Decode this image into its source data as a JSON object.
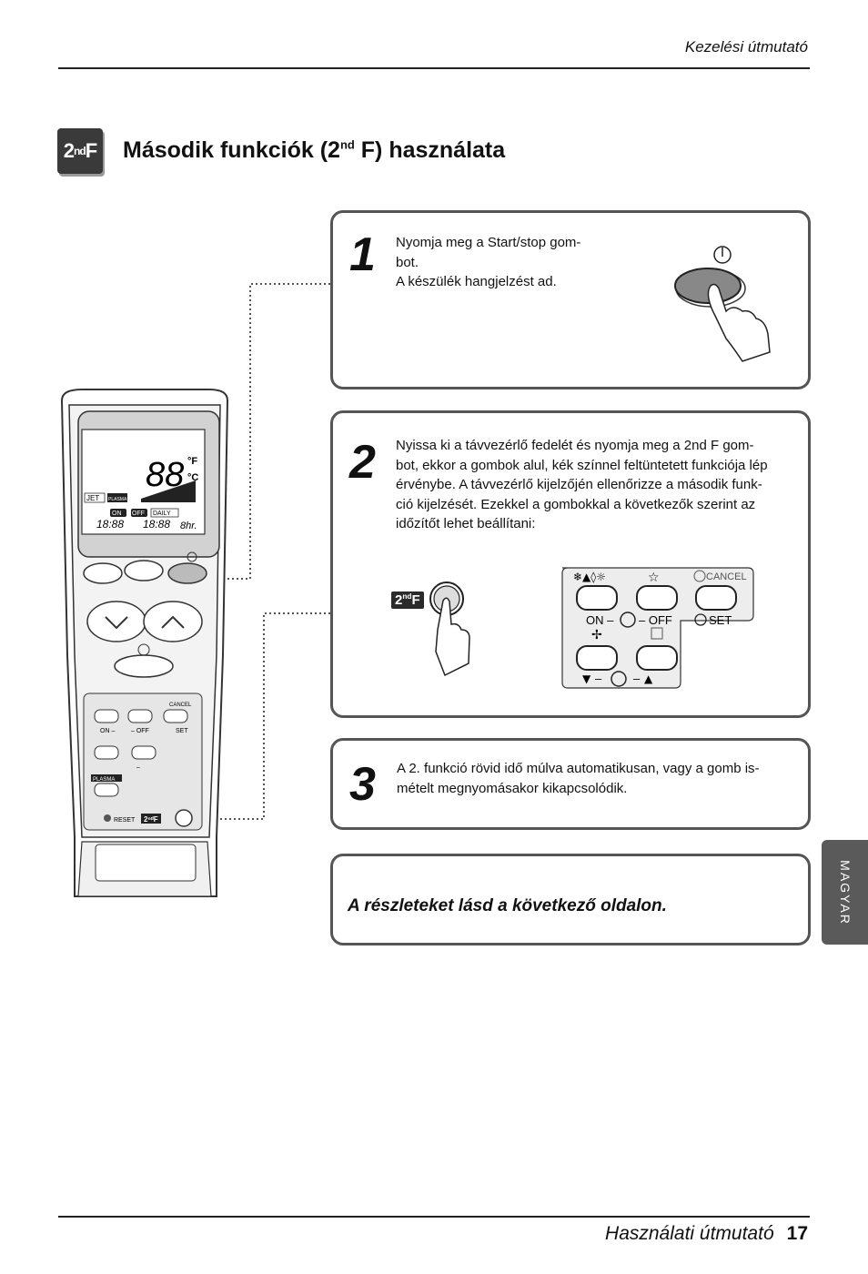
{
  "header": {
    "title": "Kezelési útmutató"
  },
  "section": {
    "badge_main": "2",
    "badge_sup": "nd",
    "badge_end": "F",
    "title_a": "Második funkciók (2",
    "title_sup": "nd",
    "title_b": " F) használata"
  },
  "steps": [
    {
      "number": "1",
      "lines": [
        "Nyomja meg a Start/stop gom-",
        "bot.",
        "A készülék hangjelzést ad."
      ]
    },
    {
      "number": "2",
      "lines": [
        "Nyissa ki a távvezérlő fedelét és nyomja meg a 2nd F gom-",
        "bot, ekkor a gombok alul, kék színnel feltüntetett funkciója lép",
        "érvénybe. A távvezérlő kijelzőjén ellenőrizze a második funk-",
        "ció kijelzését. Ezekkel a gombokkal a következők szerint az",
        "időzítőt lehet beállítani:"
      ]
    },
    {
      "number": "3",
      "lines": [
        "A 2. funkció rövid idő múlva automatikusan, vagy a gomb is-",
        "mételt megnyomásakor kikapcsolódik."
      ]
    }
  ],
  "panel": {
    "on_off": "ON –",
    "off": "– OFF",
    "set": "SET",
    "cancel": "CANCEL",
    "dash": "–"
  },
  "remote": {
    "reset": "RESET",
    "plasma": "PLASMA",
    "jet": "JET",
    "on": "ON",
    "off": "OFF",
    "daily": "DAILY",
    "cancel": "CANCEL",
    "set": "SET",
    "digits": "88",
    "f": "°F",
    "c": "°C",
    "hr": "8hr.",
    "time1": "18:88",
    "time2": "18:88",
    "on_off_small": "ON –",
    "off_small": "– OFF",
    "dash_small": "–"
  },
  "note": "A részleteket lásd a következő oldalon.",
  "side_tab": "MAGYAR",
  "footer": {
    "title": "Használati útmutató",
    "page": "17"
  }
}
